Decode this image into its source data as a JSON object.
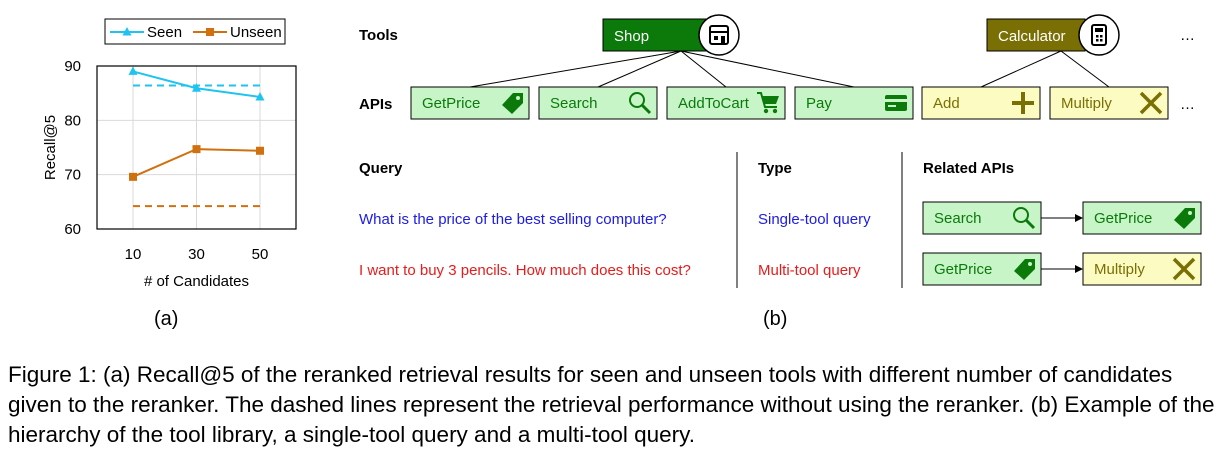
{
  "chart_data": {
    "type": "line",
    "x": [
      10,
      30,
      50
    ],
    "xlabel": "# of Candidates",
    "ylabel": "Recall@5",
    "ylim": [
      60,
      90
    ],
    "yticks": [
      60,
      70,
      80,
      90
    ],
    "xticks": [
      "10",
      "30",
      "50"
    ],
    "grid": true,
    "legend_position": "top",
    "series": [
      {
        "name": "Seen",
        "values": [
          89.0,
          85.9,
          84.3
        ],
        "color": "#1ec3f0",
        "marker": "triangle",
        "style": "solid"
      },
      {
        "name": "Unseen",
        "values": [
          69.6,
          74.7,
          74.4
        ],
        "color": "#d0700e",
        "marker": "square",
        "style": "solid"
      },
      {
        "name": "",
        "values": [
          86.4,
          86.4,
          86.4
        ],
        "color": "#1ec3f0",
        "style": "dashed"
      },
      {
        "name": "",
        "values": [
          64.2,
          64.2,
          64.2
        ],
        "color": "#d0700e",
        "style": "dashed"
      }
    ]
  },
  "panel_a_label": "(a)",
  "panel_b_label": "(b)",
  "diagram": {
    "tools_label": "Tools",
    "apis_label": "APIs",
    "tools": [
      {
        "label": "Shop",
        "icon": "store-icon",
        "color": "#0b7a0b"
      },
      {
        "label": "Calculator",
        "icon": "calculator-icon",
        "color": "#7a6f05"
      }
    ],
    "tools_ellipsis": "…",
    "apis": [
      {
        "label": "GetPrice",
        "icon": "price-tag-icon",
        "tool": "Shop"
      },
      {
        "label": "Search",
        "icon": "magnifier-icon",
        "tool": "Shop"
      },
      {
        "label": "AddToCart",
        "icon": "cart-icon",
        "tool": "Shop"
      },
      {
        "label": "Pay",
        "icon": "credit-card-icon",
        "tool": "Shop"
      },
      {
        "label": "Add",
        "icon": "plus-icon",
        "tool": "Calculator"
      },
      {
        "label": "Multiply",
        "icon": "times-icon",
        "tool": "Calculator"
      }
    ],
    "apis_ellipsis": "…",
    "table_headers": [
      "Query",
      "Type",
      "Related APIs"
    ],
    "rows": [
      {
        "query": "What is the price of the best selling computer?",
        "type": "Single-tool query",
        "color": "#1c1ce6",
        "related": [
          "Search",
          "GetPrice"
        ]
      },
      {
        "query": "I want to buy 3 pencils. How much does this cost?",
        "type": "Multi-tool query",
        "color": "#e61c1c",
        "related": [
          "GetPrice",
          "Multiply"
        ]
      }
    ],
    "colors": {
      "shop_fill": "#c8f5c8",
      "shop_border": "#0b7a0b",
      "calc_fill": "#fbfbc2",
      "calc_border": "#7a6f05"
    }
  },
  "caption": "Figure 1: (a) Recall@5 of the reranked retrieval results for seen and unseen tools with different number of candidates given to the reranker. The dashed lines represent the retrieval performance without using the reranker. (b) Example of the hierarchy of the tool library, a single-tool query and a multi-tool query."
}
